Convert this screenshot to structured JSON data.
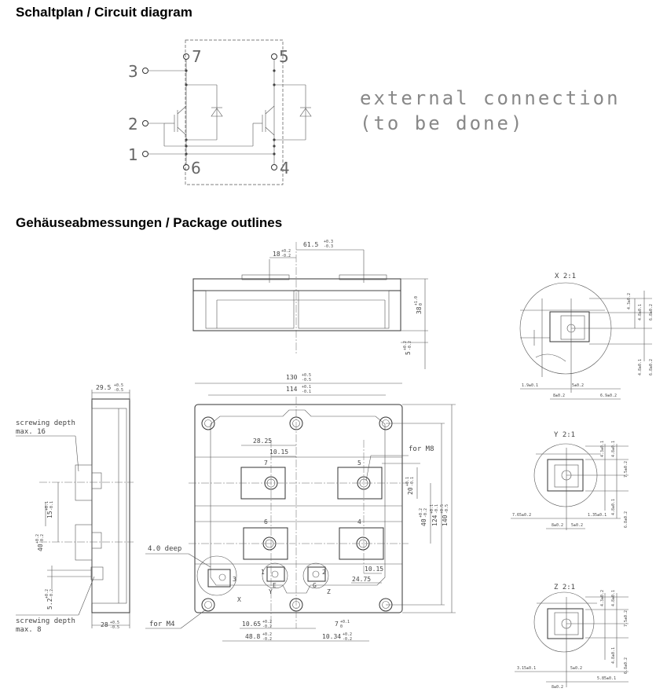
{
  "headings": {
    "circuit": "Schaltplan / Circuit diagram",
    "package": "Gehäuseabmessungen / Package outlines"
  },
  "circuit": {
    "pins": [
      "3",
      "7",
      "5",
      "2",
      "1",
      "6",
      "4"
    ],
    "note_line1": "external connection",
    "note_line2": "(to be done)"
  },
  "top_view": {
    "dim_61_5": "61.5",
    "tol_61_5": [
      "+0.3",
      "-0.3"
    ],
    "dim_18": "18",
    "tol_18": [
      "+0.2",
      "-0.2"
    ],
    "dim_38": "38",
    "tol_38": [
      "+1.0",
      "0"
    ],
    "dim_5": "5",
    "tol_5": [
      "+0.2",
      "-0.2"
    ]
  },
  "side_view": {
    "dim_29_5": "29.5",
    "tol_29_5": [
      "+0.5",
      "-0.5"
    ],
    "screw16_l1": "screwing depth",
    "screw16_l2": "max. 16",
    "dim_15": "15",
    "tol_15": [
      "+0.1",
      "-0.1"
    ],
    "dim_40": "40",
    "tol_40": [
      "+0.2",
      "-0.2"
    ],
    "dim_5_2": "5.2",
    "tol_5_2": [
      "+0.2",
      "-0.2"
    ],
    "screw8_l1": "screwing depth",
    "screw8_l2": "max. 8",
    "dim_28": "28",
    "tol_28": [
      "+0.5",
      "-0.5"
    ]
  },
  "main_view": {
    "dim_130": "130",
    "tol_130": [
      "+0.5",
      "-0.5"
    ],
    "dim_114": "114",
    "tol_114": [
      "+0.1",
      "-0.1"
    ],
    "dim_28_25": "28.25",
    "dim_10_15a": "10.15",
    "for_m8": "for M8",
    "dim_20": "20",
    "tol_20": [
      "+0.1",
      "-0.1"
    ],
    "dim_40": "40",
    "tol_40": [
      "+0.2",
      "-0.2"
    ],
    "dim_124": "124",
    "tol_124": [
      "+0.1",
      "-0.1"
    ],
    "dim_140": "140",
    "tol_140": [
      "+0.5",
      "-0.5"
    ],
    "deep": "4.0 deep",
    "dim_10_15b": "10.15",
    "dim_24_75": "24.75",
    "for_m4": "for M4",
    "dim_10_65": "10.65",
    "tol_10_65": [
      "+0.2",
      "-0.2"
    ],
    "dim_48_8": "48.8",
    "tol_48_8": [
      "+0.2",
      "-0.2"
    ],
    "dim_7": "7",
    "tol_7": [
      "+0.1",
      "0"
    ],
    "dim_10_34": "10.34",
    "tol_10_34": [
      "+0.2",
      "-0.2"
    ],
    "terminals": [
      "7",
      "5",
      "6",
      "4",
      "1",
      "2",
      "3"
    ],
    "aux_labels": [
      "E",
      "G",
      "X",
      "Y",
      "Z"
    ]
  },
  "detail_x": {
    "title": "X  2:1",
    "dims": [
      "4.3±0.2",
      "4.8±0.1",
      "6.8±0.2",
      "4.8±0.1",
      "6.8±0.2",
      "1.9±0.1",
      "8±0.2",
      "5±0.2",
      "6.9±0.2"
    ]
  },
  "detail_y": {
    "title": "Y  2:1",
    "dims": [
      "4.3±0.1",
      "4.8±0.1",
      "7.5±0.2",
      "4.8±0.1",
      "6.8±0.2",
      "7.65±0.2",
      "8±0.2",
      "1.35±0.1",
      "5±0.2"
    ]
  },
  "detail_z": {
    "title": "Z  2:1",
    "dims": [
      "4.3±0.2",
      "4.8±0.1",
      "7.5±0.2",
      "4.8±0.1",
      "6.8±0.2",
      "3.15±0.1",
      "8±0.2",
      "5±0.2",
      "5.85±0.1"
    ]
  }
}
